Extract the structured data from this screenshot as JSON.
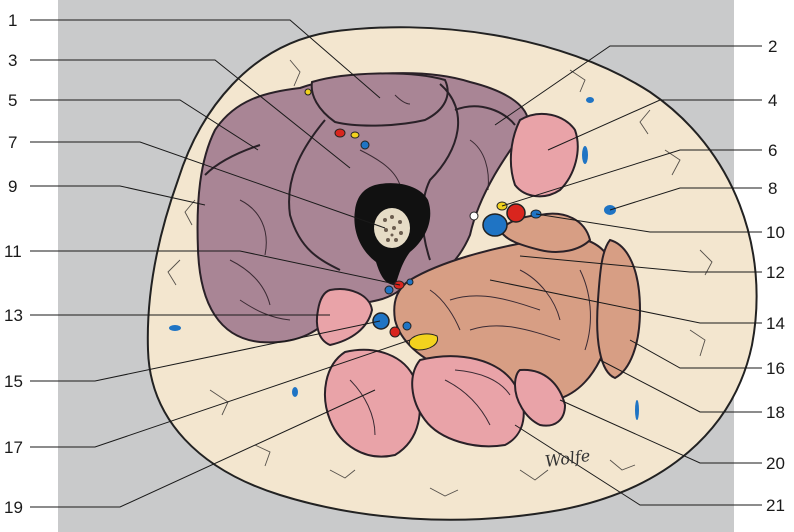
{
  "figure": {
    "colors": {
      "background_panel": "#c9cacb",
      "skin_and_subcutaneous_fat": "#f3e6cf",
      "anterior_compartment_muscle": "#a98595",
      "posterior_compartment_muscle_light": "#e9a3a8",
      "posterior_compartment_muscle_tan": "#d79e84",
      "bone_cortex": "#111111",
      "bone_marrow": "#e6dcc6",
      "vein": "#1f74c4",
      "artery": "#d9251e",
      "nerve": "#f2d21e"
    },
    "labels": {
      "left": [
        "1",
        "3",
        "5",
        "7",
        "9",
        "11",
        "13",
        "15",
        "17",
        "19"
      ],
      "right": [
        "2",
        "4",
        "6",
        "8",
        "10",
        "12",
        "14",
        "16",
        "18",
        "20",
        "21"
      ]
    },
    "signature": "Wolfe"
  }
}
